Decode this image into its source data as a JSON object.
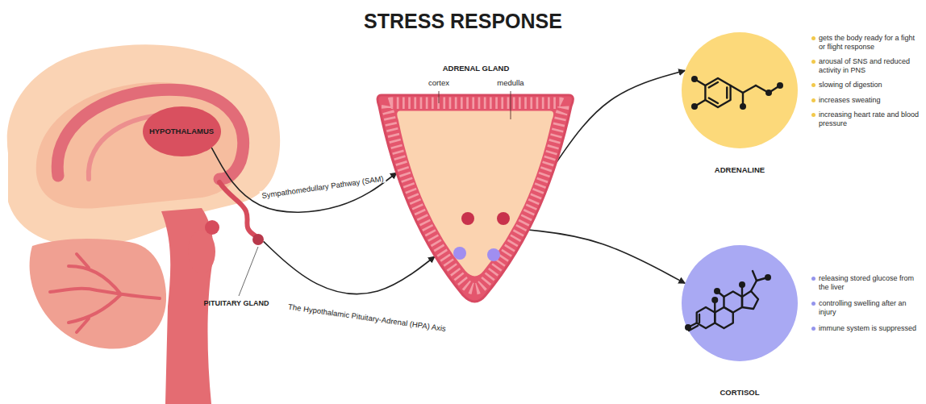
{
  "diagram": {
    "title": "STRESS RESPONSE",
    "nodes": [
      {
        "text": [
          "HYPOTHALAMUS"
        ]
      },
      {
        "text": [
          "PITUITARY GLAND"
        ]
      },
      {
        "text": [
          "ADRENAL GLAND",
          "cortex",
          "medulla"
        ]
      },
      {
        "text": [
          "ADRENALINE"
        ]
      },
      {
        "text": [
          "CORTISOL"
        ]
      }
    ],
    "edges": [
      {
        "from": 0,
        "to": 2,
        "arrow": "to",
        "label": "Sympathomedullary Pathway (SAM)"
      },
      {
        "from": 1,
        "to": 2,
        "arrow": "to",
        "label": "The Hypothalamic Pituitary-Adrenal (HPA) Axis"
      },
      {
        "from": 2,
        "to": 3,
        "arrow": "to"
      },
      {
        "from": 2,
        "to": 4,
        "arrow": "to"
      }
    ],
    "labels": [
      "gets the body ready for a fight or flight response",
      "arousal of SNS and reduced activity in PNS",
      "slowing of digestion",
      "increases sweating",
      "increasing heart rate and blood pressure",
      "releasing stored glucose from the liver",
      "controlling swelling after an injury",
      "immune system is suppressed"
    ]
  }
}
